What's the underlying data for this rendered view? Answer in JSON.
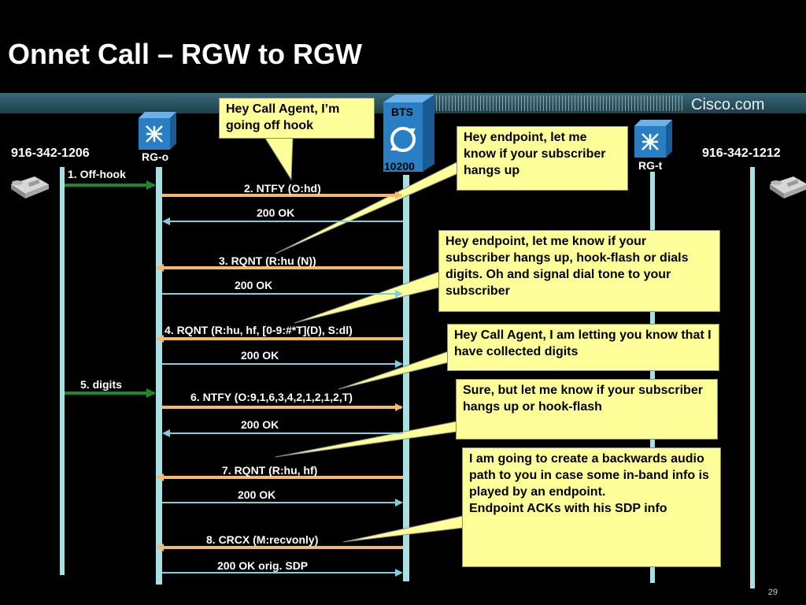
{
  "title": "Onnet Call – RGW to RGW",
  "header": {
    "brand": "Cisco.com"
  },
  "endpoints": {
    "left_phone_number": "916-342-1206",
    "right_phone_number": "916-342-1212",
    "rg_o": "RG-o",
    "rg_t": "RG-t",
    "bts": "BTS",
    "bts_id": "10200"
  },
  "messages": {
    "m1": "1. Off-hook",
    "m2": "2. NTFY (O:hd)",
    "m2_ok": "200 OK",
    "m3": "3. RQNT (R:hu (N))",
    "m3_ok": "200 OK",
    "m4": "4. RQNT (R:hu, hf, [0-9:#*T](D), S:dl)",
    "m4_ok": "200 OK",
    "m5": "5. digits",
    "m6": "6. NTFY (O:9,1,6,3,4,2,1,2,1,2,T)",
    "m6_ok": "200 OK",
    "m7": "7. RQNT (R:hu, hf)",
    "m7_ok": "200 OK",
    "m8": "8. CRCX (M:recvonly)",
    "m8_ok": "200 OK orig. SDP"
  },
  "callouts": {
    "c1": "Hey Call Agent, I’m going off hook",
    "c2": "Hey endpoint, let me know if your subscriber  hangs up",
    "c3": "Hey endpoint, let me know if your subscriber hangs up, hook-flash or dials digits.  Oh and signal dial tone to your subscriber",
    "c4": "Hey Call Agent, I am letting you know that I have collected digits",
    "c5": "Sure, but let me know if your subscriber hangs up or hook-flash",
    "c6": "I am going to create a backwards audio path to you in case some in-band info is played by an endpoint.\nEndpoint ACKs with his SDP info"
  },
  "colors": {
    "orange_arrow": "#f4b870",
    "teal_arrow": "#7fd0d8",
    "green_arrow": "#1a8a2a",
    "callout_fill": "#ffff99",
    "device_blue": "#2a7fc4"
  },
  "page_number": "29"
}
